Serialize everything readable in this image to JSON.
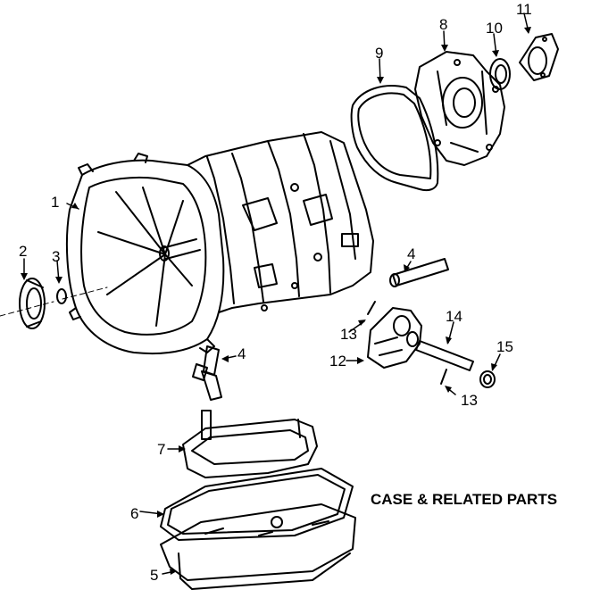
{
  "diagram": {
    "caption": "CASE & RELATED PARTS",
    "callouts": {
      "c1": "1",
      "c2": "2",
      "c3": "3",
      "c4a": "4",
      "c4b": "4",
      "c5": "5",
      "c6": "6",
      "c7": "7",
      "c8": "8",
      "c9": "9",
      "c10": "10",
      "c11": "11",
      "c12": "12",
      "c13a": "13",
      "c13b": "13",
      "c14": "14",
      "c15": "15"
    },
    "line_color": "#000000"
  }
}
